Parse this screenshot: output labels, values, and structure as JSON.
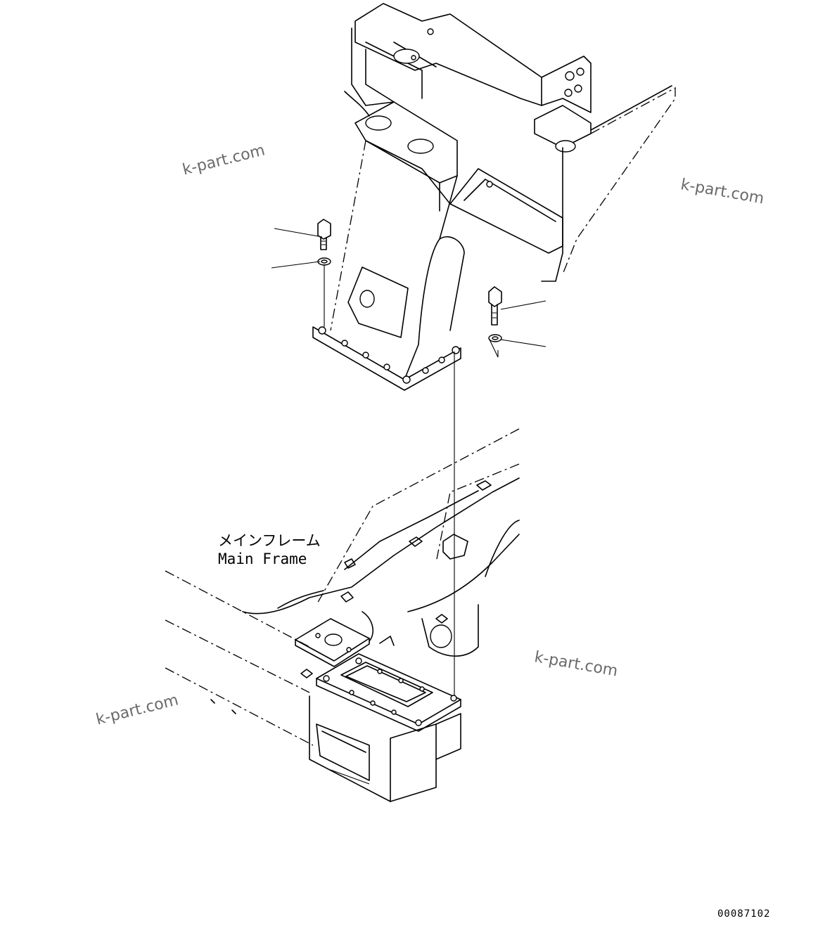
{
  "watermarks": [
    {
      "text": "k-part.com"
    },
    {
      "text": "k-part.com"
    },
    {
      "text": "k-part.com"
    },
    {
      "text": "k-part.com"
    }
  ],
  "label": {
    "japanese": "メインフレーム",
    "english": "Main Frame"
  },
  "drawing_number": "00087102"
}
